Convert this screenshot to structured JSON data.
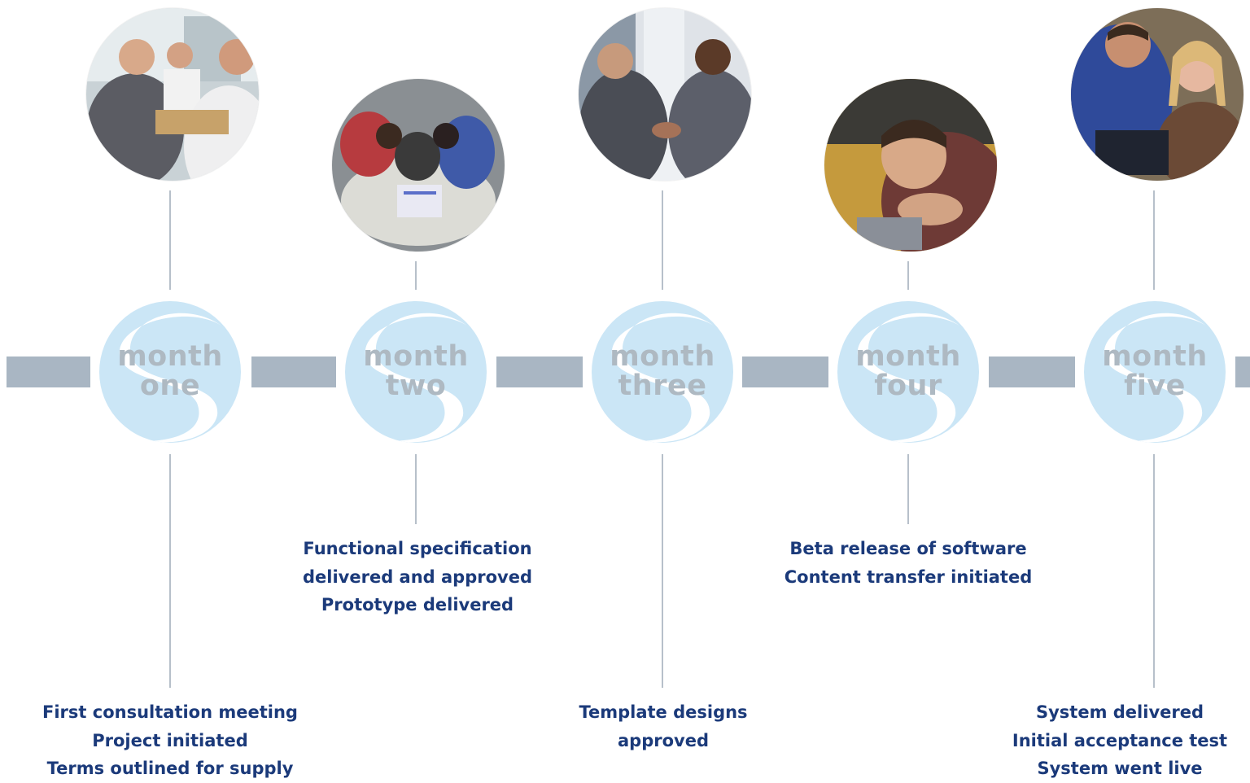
{
  "timeline": {
    "months": [
      {
        "word1": "month",
        "word2": "one",
        "photo_icon": "business-meeting-photo",
        "milestones": [
          "First consultation meeting",
          "Project initiated",
          "Terms outlined for supply"
        ]
      },
      {
        "word1": "month",
        "word2": "two",
        "photo_icon": "team-collaboration-photo",
        "milestones": [
          "Functional specification",
          "delivered and approved",
          "Prototype delivered"
        ]
      },
      {
        "word1": "month",
        "word2": "three",
        "photo_icon": "handshake-photo",
        "milestones": [
          "Template designs",
          "approved"
        ]
      },
      {
        "word1": "month",
        "word2": "four",
        "photo_icon": "developer-working-photo",
        "milestones": [
          "Beta release of software",
          "Content transfer initiated"
        ]
      },
      {
        "word1": "month",
        "word2": "five",
        "photo_icon": "laptop-review-photo",
        "milestones": [
          "System delivered",
          "Initial acceptance test",
          "System went live"
        ]
      }
    ]
  },
  "colors": {
    "bar": "#a9b6c3",
    "node": "#cbe6f6",
    "node_swoosh": "#ffffff",
    "node_text": "#aeb9c2",
    "connector": "#b7c0ca",
    "milestone_text": "#1b3a7a"
  }
}
